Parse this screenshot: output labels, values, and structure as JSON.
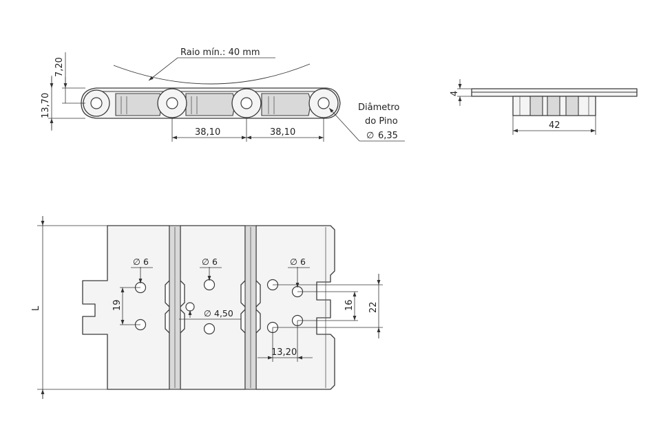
{
  "side_view": {
    "radius_label": "Raio mín.: 40 mm",
    "height_upper": "7,20",
    "height_total": "13,70",
    "pitch_1": "38,10",
    "pitch_2": "38,10",
    "pin_label_line1": "Diâmetro",
    "pin_label_line2": "do Pino",
    "pin_diameter": "6,35"
  },
  "end_view": {
    "thickness": "4",
    "width": "42"
  },
  "top_view": {
    "length_label": "L",
    "hole_dia_1": "6",
    "hole_dia_2": "6",
    "hole_dia_3": "6",
    "hole_dia_center": "4,50",
    "spacing_vertical_1": "19",
    "spacing_vertical_2": "16",
    "spacing_vertical_3": "22",
    "spacing_horizontal": "13,20"
  },
  "symbols": {
    "diameter": "∅"
  }
}
